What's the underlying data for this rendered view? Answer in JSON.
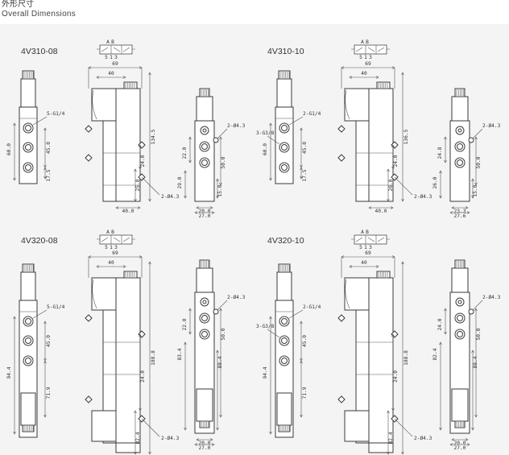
{
  "header": {
    "title_cn": "外形尺寸",
    "title_en": "Overall Dimensions"
  },
  "models": [
    {
      "title": "4V310-08",
      "front": {
        "port": "5-G1/4",
        "d_mid": "45.0",
        "d_low": "17.5",
        "d_total": "60.0"
      },
      "middle": {
        "width_top": "69",
        "width_inner": "40",
        "height": "134.5",
        "d_a": "24.0",
        "d_b": "25.0",
        "hole": "2-Ø4.3",
        "width_bottom": "40.0"
      },
      "side": {
        "hole": "2-Ø4.3",
        "d_a": "22.0",
        "d_b": "50.0",
        "d_c": "29.0",
        "d_d": "15.0",
        "w_a": "20.0",
        "w_b": "27.0"
      }
    },
    {
      "title": "4V310-10",
      "front": {
        "port2": "2-G1/4",
        "port3": "3-G3/8",
        "d_mid": "45.0",
        "d_low": "17.5",
        "d_total": "60.0"
      },
      "middle": {
        "width_top": "69",
        "width_inner": "40",
        "height": "136.5",
        "d_a": "24.0",
        "d_b": "26.0",
        "hole": "2-Ø4.3",
        "width_bottom": "40.0"
      },
      "side": {
        "hole": "2-Ø4.3",
        "d_a": "24.8",
        "d_b": "50.0",
        "d_c": "26.0",
        "d_d": "15.0",
        "w_a": "23.3",
        "w_b": "27.6"
      }
    },
    {
      "title": "4V320-08",
      "front": {
        "port": "5-G1/4",
        "d_mid": "45.0",
        "d_total": "94.4",
        "d_low": "71.9"
      },
      "middle": {
        "width_top": "69",
        "width_inner": "40",
        "height": "188.8",
        "d_a": "24.0",
        "d_b": "82.4",
        "hole": "2-Ø4.3",
        "width_bottom": "40.0"
      },
      "side": {
        "hole": "2-Ø4.3",
        "d_a": "22.0",
        "d_b": "50.0",
        "d_c": "83.4",
        "d_d": "89.4",
        "w_a": "20.0",
        "w_b": "27.0"
      }
    },
    {
      "title": "4V320-10",
      "front": {
        "port2": "2-G1/4",
        "port3": "3-G3/8",
        "d_mid": "45.0",
        "d_total": "94.4",
        "d_low": "71.9"
      },
      "middle": {
        "width_top": "69",
        "width_inner": "40",
        "height": "188.8",
        "d_a": "24.0",
        "d_b": "82.4",
        "hole": "2-Ø4.3",
        "width_bottom": "40.0"
      },
      "side": {
        "hole": "2-Ø4.3",
        "d_a": "24.0",
        "d_b": "50.0",
        "d_c": "82.4",
        "d_d": "89.4",
        "w_a": "20.0",
        "w_b": "27.0"
      }
    }
  ]
}
